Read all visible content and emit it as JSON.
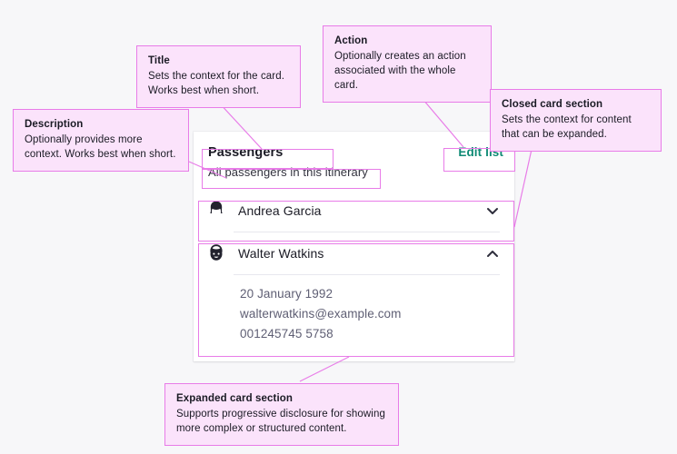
{
  "page": {
    "background_color": "#f7f7f9",
    "annotation_color": "#e87ce8",
    "annotation_fill": "#fbe3fb",
    "accent_color": "#0e8a74"
  },
  "annotations": [
    {
      "id": "title",
      "title": "Title",
      "body": "Sets the context for the card. Works best when short."
    },
    {
      "id": "action",
      "title": "Action",
      "body": "Optionally creates an action associated with the whole card."
    },
    {
      "id": "closed_card_section",
      "title": "Closed card section",
      "body": "Sets the context for content that can be expanded."
    },
    {
      "id": "description",
      "title": "Description",
      "body": "Optionally provides more context. Works best when short."
    },
    {
      "id": "expanded_card_section",
      "title": "Expanded card section",
      "body": "Supports progressive disclosure for showing more complex or structured content."
    }
  ],
  "card": {
    "title": "Passengers",
    "description": "All passengers in this itinerary",
    "action_label": "Edit list",
    "sections": [
      {
        "id": "andrea",
        "name": "Andrea Garcia",
        "avatar": "avatar-woman-icon",
        "state": "collapsed",
        "chevron": "chevron-down-icon",
        "details": []
      },
      {
        "id": "walter",
        "name": "Walter Watkins",
        "avatar": "avatar-man-icon",
        "state": "expanded",
        "chevron": "chevron-up-icon",
        "details": [
          "20 January 1992",
          "walterwatkins@example.com",
          "001245745 5758"
        ]
      }
    ]
  }
}
